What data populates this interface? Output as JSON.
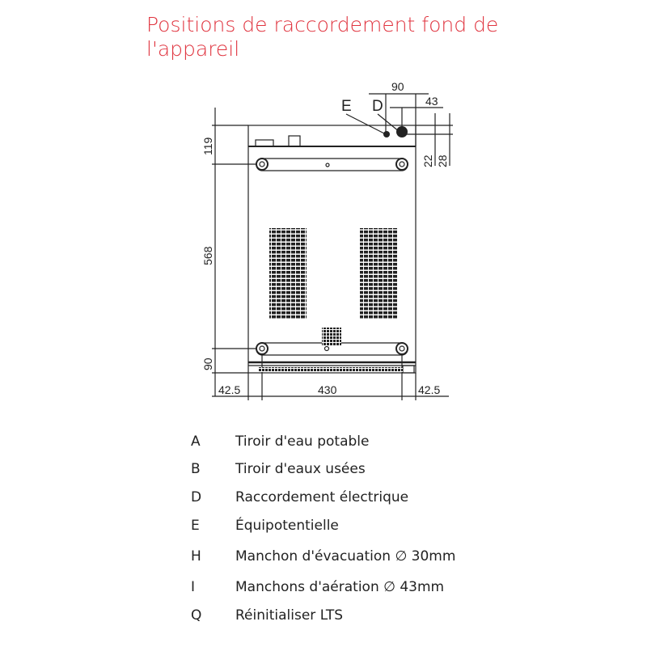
{
  "title": "Positions de raccordement fond de l'appareil",
  "drawing": {
    "labels": {
      "e": "E",
      "d": "D"
    },
    "dimensions": {
      "top_90": "90",
      "top_43": "43",
      "right_22": "22",
      "right_28": "28",
      "left_119": "119",
      "left_568": "568",
      "left_90": "90",
      "bottom_left": "42.5",
      "bottom_mid": "430",
      "bottom_right": "42.5"
    }
  },
  "legend": [
    {
      "key": "A",
      "text": "Tiroir d'eau potable"
    },
    {
      "key": "B",
      "text": "Tiroir d'eaux usées"
    },
    {
      "key": "D",
      "text": "Raccordement électrique"
    },
    {
      "key": "E",
      "text": "Équipotentielle"
    },
    {
      "key": "H",
      "text": "Manchon d'évacuation ∅ 30mm"
    },
    {
      "key": "I",
      "text": "Manchons d'aération ∅ 43mm"
    },
    {
      "key": "Q",
      "text": "Réinitialiser LTS"
    }
  ]
}
